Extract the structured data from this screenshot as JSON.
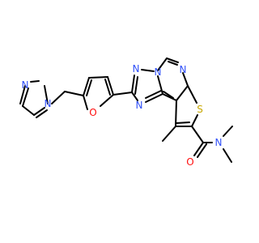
{
  "molecule": {
    "atoms": [
      {
        "label": "N",
        "color": "#3050f8"
      },
      {
        "label": "N",
        "color": "#3050f8"
      },
      {
        "label": "O",
        "color": "#ff0d0d"
      },
      {
        "label": "N",
        "color": "#3050f8"
      },
      {
        "label": "N",
        "color": "#3050f8"
      },
      {
        "label": "N",
        "color": "#3050f8"
      },
      {
        "label": "N",
        "color": "#3050f8"
      },
      {
        "label": "S",
        "color": "#c8a800"
      },
      {
        "label": "O",
        "color": "#ff0d0d"
      },
      {
        "label": "N",
        "color": "#3050f8"
      }
    ],
    "bond_color": "#000000",
    "background": "#ffffff"
  }
}
